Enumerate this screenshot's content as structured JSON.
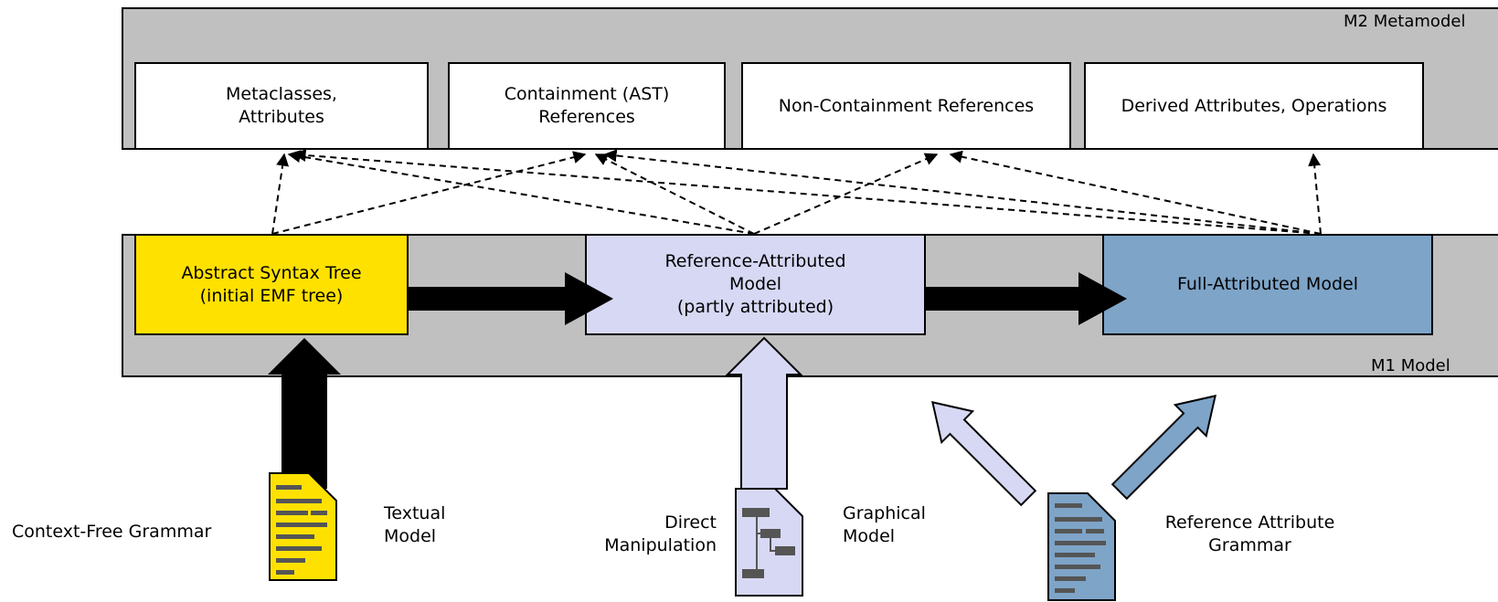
{
  "m2": {
    "label": "M2 Metamodel",
    "boxes": [
      "Metaclasses,\nAttributes",
      "Containment (AST)\nReferences",
      "Non-Containment References",
      "Derived Attributes, Operations"
    ]
  },
  "m1": {
    "label": "M1 Model",
    "boxes": [
      "Abstract Syntax Tree\n(initial EMF tree)",
      "Reference-Attributed\nModel\n(partly attributed)",
      "Full-Attributed Model"
    ]
  },
  "bottom": {
    "cfg": "Context-Free Grammar",
    "textual_model": "Textual\nModel",
    "direct_manipulation": "Direct\nManipulation",
    "graphical_model": "Graphical\nModel",
    "rag": "Reference Attribute\nGrammar"
  },
  "colors": {
    "band": "#c0c0c0",
    "ast": "#ffe100",
    "reference_attributed": "#d7d8f4",
    "full_attributed": "#7ea4c8",
    "doc_text": "#555555"
  },
  "icons": [
    "textual-document-icon",
    "graphical-document-icon",
    "rag-document-icon"
  ]
}
